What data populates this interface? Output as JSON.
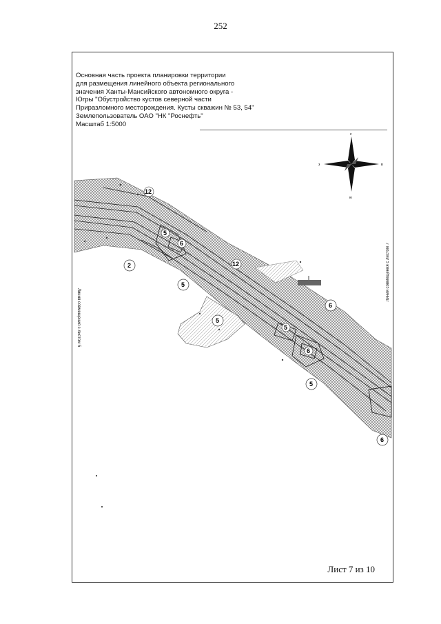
{
  "page_number": "252",
  "title_lines": [
    "Основная часть проекта планировки территории",
    "для размещения линейного объекта регионального",
    "значения Ханты-Мансийского автономного округа -",
    "Югры \"Обустройство кустов северной части",
    "Приразломного месторождения. Кусты скважин № 53, 54\"",
    "Землепользователь ОАО \"НК \"Роснефть\"",
    "Масштаб 1:5000"
  ],
  "sheet_label": "Лист 7 из 10",
  "side_labels": {
    "left": "Линия совмещения с листом 5",
    "right": "Линия совмещения с листом 7"
  },
  "compass": {
    "north": "с",
    "south": "ю",
    "west": "з",
    "east": "в"
  },
  "zone_labels": {
    "z12a": "12",
    "z5a": "5",
    "z6a": "6",
    "z2": "2",
    "z12b": "12",
    "z5b": "5",
    "z5c": "5",
    "z6b": "6",
    "z5d": "5",
    "z6c": "6",
    "z5e": "5",
    "z6d": "6"
  },
  "colors": {
    "hatch": "#8a8a8a",
    "line": "#222222"
  }
}
